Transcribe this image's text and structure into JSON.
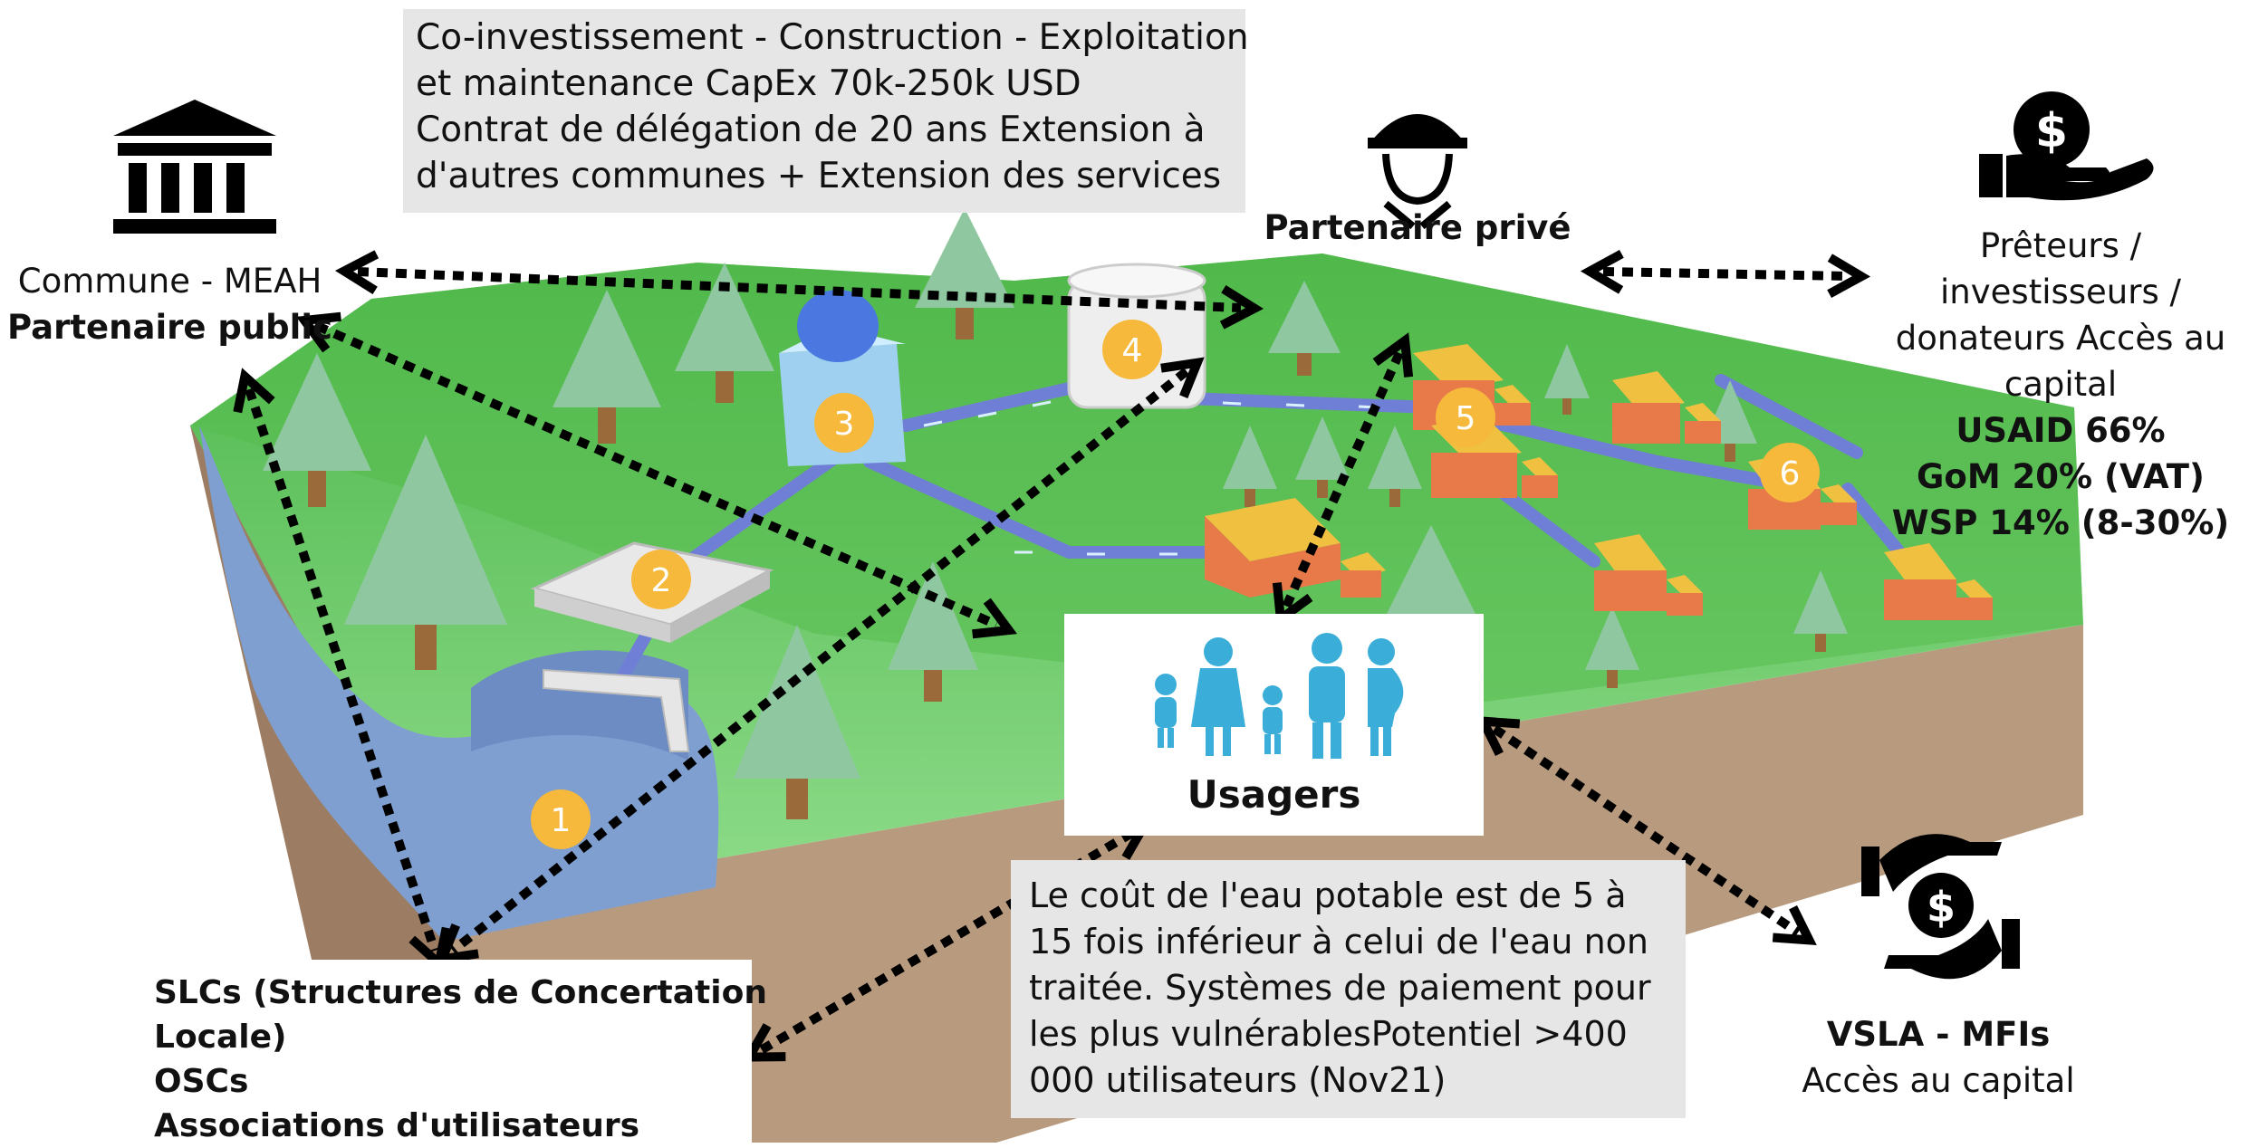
{
  "top_box": {
    "lines": [
      "Co-investissement - Construction - Exploitation",
      "et maintenance CapEx 70k-250k USD",
      "Contrat de délégation de 20 ans Extension à",
      "d'autres communes + Extension des services"
    ]
  },
  "public": {
    "line1": "Commune - MEAH",
    "line2": "Partenaire public",
    "icon": "bank-icon"
  },
  "private": {
    "label": "Partenaire privé",
    "icon": "worker-helmet-icon"
  },
  "lenders": {
    "lines": [
      "Prêteurs /",
      "investisseurs /",
      "donateurs Accès au",
      "capital"
    ],
    "bold_lines": [
      "USAID 66%",
      "GoM 20% (VAT)",
      "WSP 14% (8-30%)"
    ],
    "icon": "hand-dollar-icon"
  },
  "users": {
    "label": "Usagers",
    "icon": "family-icon"
  },
  "cost_box": {
    "lines": [
      "Le coût de l'eau potable est de 5 à",
      "15 fois inférieur à celui de l'eau non",
      "traitée. Systèmes de paiement pour",
      "les plus vulnérablesPotentiel >400",
      "000 utilisateurs (Nov21)"
    ]
  },
  "community": {
    "lines": [
      "SLCs (Structures de Concertation",
      "Locale)",
      "OSCs",
      "Associations d'utilisateurs"
    ]
  },
  "vsla": {
    "title": "VSLA - MFIs",
    "subtitle": "Accès au capital",
    "icon": "hands-dollar-icon"
  },
  "steps": [
    "1",
    "2",
    "3",
    "4",
    "5",
    "6"
  ],
  "colors": {
    "grass_top": "#5fbf4f",
    "soil": "#b89a7e",
    "water": "#7f9fd0",
    "badge": "#f6b93b",
    "pipe": "#6f7fd6",
    "user_icon": "#3aaed8",
    "tree": "#8fc8a0",
    "roof": "#f0c040",
    "wall": "#e87a4a"
  }
}
